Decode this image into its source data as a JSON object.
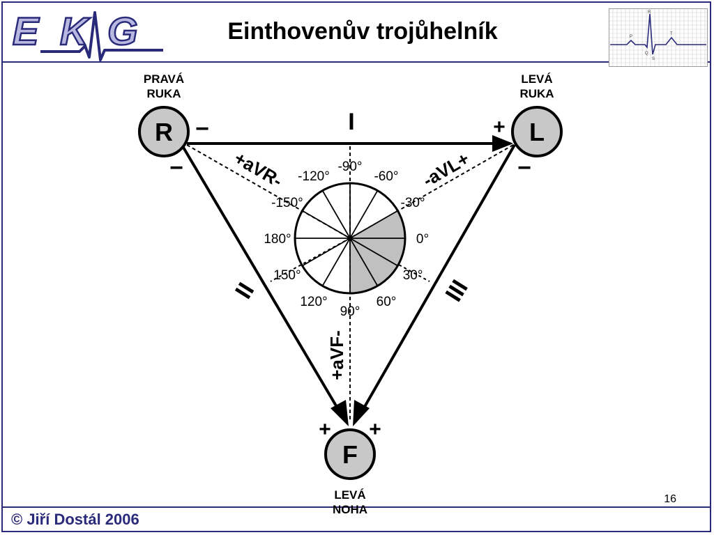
{
  "header": {
    "title": "Einthovenův trojůhelník",
    "logo_text": "EKG",
    "logo_letters": [
      "E",
      "K",
      "G"
    ]
  },
  "diagram": {
    "electrodes": {
      "right_arm": {
        "letter": "R",
        "label_lines": [
          "PRAVÁ",
          "RUKA"
        ]
      },
      "left_arm": {
        "letter": "L",
        "label_lines": [
          "LEVÁ",
          "RUKA"
        ]
      },
      "left_leg": {
        "letter": "F",
        "label_lines": [
          "LEVÁ",
          "NOHA"
        ]
      }
    },
    "leads": {
      "lead_1": "I",
      "lead_2": "II",
      "lead_3": "III",
      "avr": "+aVR-",
      "avl": "-aVL+",
      "avf": "+aVF-"
    },
    "polarity": {
      "plus": "+",
      "minus": "−"
    },
    "angles": [
      {
        "label": "-90°",
        "deg": -90
      },
      {
        "label": "-60°",
        "deg": -60
      },
      {
        "label": "-30°",
        "deg": -30
      },
      {
        "label": "0°",
        "deg": 0
      },
      {
        "label": "30°",
        "deg": 30
      },
      {
        "label": "60°",
        "deg": 60
      },
      {
        "label": "90°",
        "deg": 90
      },
      {
        "label": "120°",
        "deg": 120
      },
      {
        "label": "150°",
        "deg": 150
      },
      {
        "label": "180°",
        "deg": 180
      },
      {
        "label": "-150°",
        "deg": -150
      },
      {
        "label": "-120°",
        "deg": -120
      }
    ],
    "normal_axis_range_deg": [
      -30,
      90
    ],
    "colors": {
      "electrode_fill": "#c8c8c8",
      "normal_sector_fill": "#c0c0c0",
      "line": "#000000",
      "brand_blue": "#2a2a7a"
    }
  },
  "thumbnail": {
    "wave_labels": [
      "P",
      "Q",
      "R",
      "S",
      "T"
    ]
  },
  "footer": {
    "copyright": "© Jiří Dostál 2006",
    "page_number": "16"
  }
}
